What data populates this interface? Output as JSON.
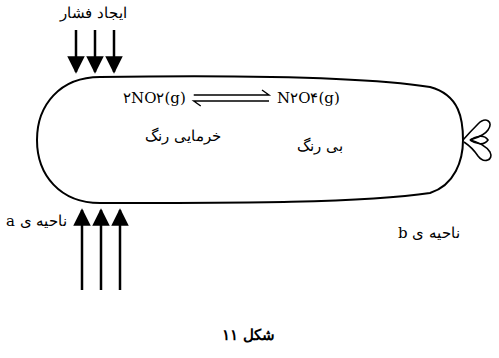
{
  "diagram": {
    "caption": "شکل ۱۱",
    "nodes": [
      {
        "text": [
          "۲NO۲(g)",
          "N۲O۴(g)",
          "خرمایی رنگ",
          "بی رنگ"
        ]
      }
    ],
    "labels": [
      "ایجاد فشار",
      "ناحیه ی a",
      "ناحیه ی b"
    ]
  }
}
